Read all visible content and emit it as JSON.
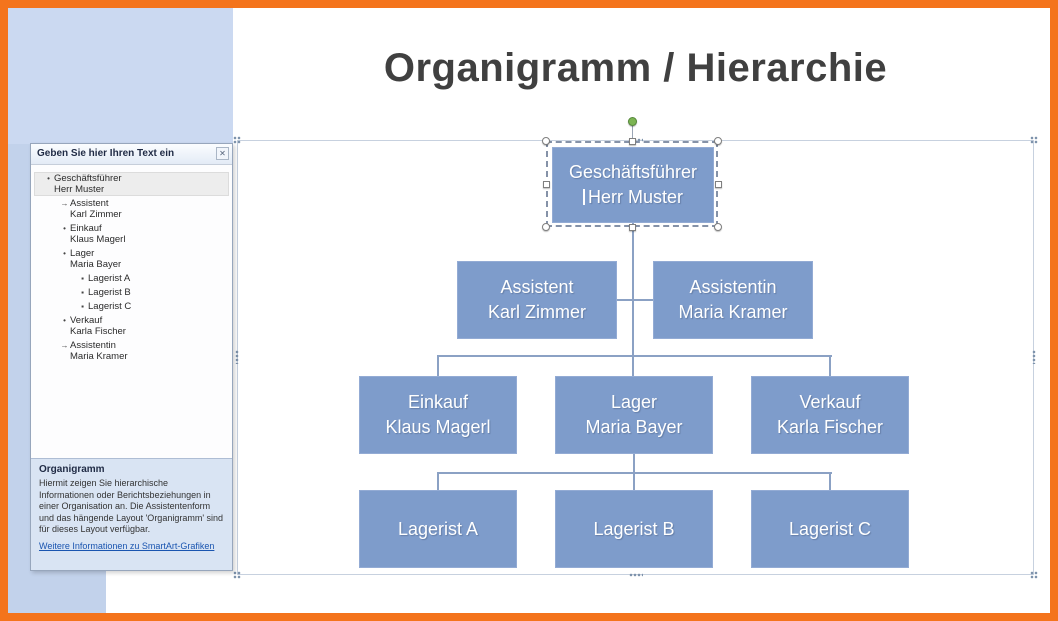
{
  "colors": {
    "frame_orange": "#F4741C",
    "box_blue": "#7E9CCB",
    "connector_blue": "#8BA1C4",
    "pane_info_bg": "#D9E4F3",
    "link_blue": "#1A55B0",
    "title_gray": "#404040"
  },
  "slide": {
    "title": "Organigramm / Hierarchie"
  },
  "smartart": {
    "root": {
      "line1": "Geschäftsführer",
      "line2": "Herr Muster"
    },
    "assistants": [
      {
        "line1": "Assistent",
        "line2": "Karl Zimmer"
      },
      {
        "line1": "Assistentin",
        "line2": "Maria Kramer"
      }
    ],
    "managers": [
      {
        "line1": "Einkauf",
        "line2": "Klaus Magerl"
      },
      {
        "line1": "Lager",
        "line2": "Maria Bayer"
      },
      {
        "line1": "Verkauf",
        "line2": "Karla Fischer"
      }
    ],
    "workers": [
      {
        "line1": "Lagerist A"
      },
      {
        "line1": "Lagerist B"
      },
      {
        "line1": "Lagerist C"
      }
    ]
  },
  "text_pane": {
    "header": "Geben Sie hier Ihren Text ein",
    "close_icon": "✕",
    "items": [
      {
        "level": 0,
        "bullet": "•",
        "line1": "Geschäftsführer",
        "line2": "Herr Muster"
      },
      {
        "level": 1,
        "bullet": "→",
        "line1": "Assistent",
        "line2": "Karl Zimmer"
      },
      {
        "level": 1,
        "bullet": "•",
        "line1": "Einkauf",
        "line2": "Klaus Magerl"
      },
      {
        "level": 1,
        "bullet": "•",
        "line1": "Lager",
        "line2": "Maria Bayer"
      },
      {
        "level": 2,
        "bullet": "▪",
        "line1": "Lagerist A"
      },
      {
        "level": 2,
        "bullet": "▪",
        "line1": "Lagerist B"
      },
      {
        "level": 2,
        "bullet": "▪",
        "line1": "Lagerist C"
      },
      {
        "level": 1,
        "bullet": "•",
        "line1": "Verkauf",
        "line2": "Karla Fischer"
      },
      {
        "level": 1,
        "bullet": "→",
        "line1": "Assistentin",
        "line2": "Maria Kramer"
      }
    ],
    "info": {
      "heading": "Organigramm",
      "body": "Hiermit zeigen Sie hierarchische Informationen oder Berichtsbeziehungen in einer Organisation an. Die Assistentenform und das hängende Layout 'Organigramm' sind für dieses Layout verfügbar.",
      "link": "Weitere Informationen zu SmartArt-Grafiken"
    }
  }
}
